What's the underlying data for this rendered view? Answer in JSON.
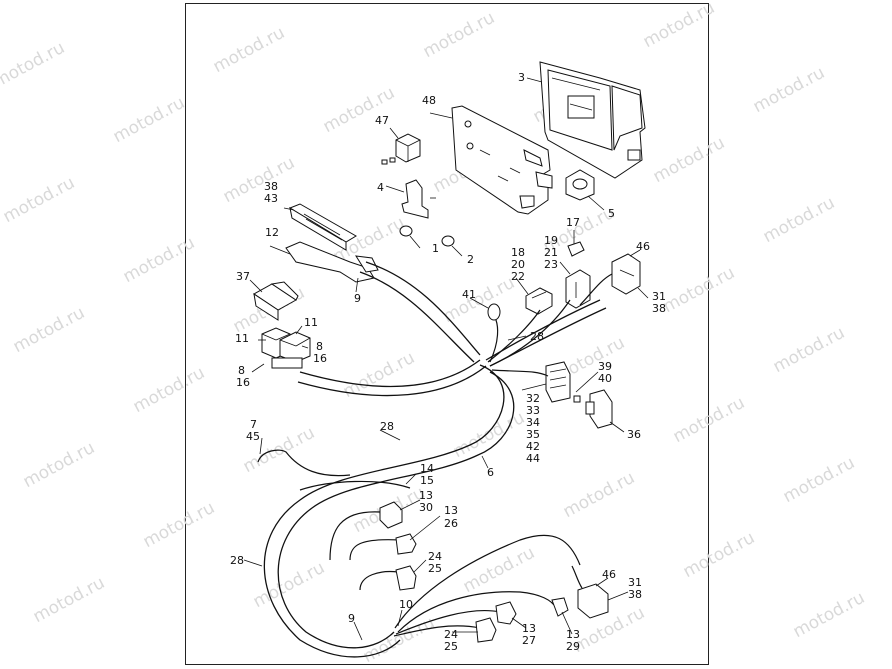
{
  "watermark": {
    "text": "motod.ru"
  },
  "labels": {
    "l1": "1",
    "l2": "2",
    "l3": "3",
    "l4": "4",
    "l5": "5",
    "l6": "6",
    "l7_45_a": "7",
    "l7_45_b": "45",
    "l8_16_left_a": "8",
    "l8_16_left_b": "16",
    "l8_16_right_a": "8",
    "l8_16_right_b": "16",
    "l9_top": "9",
    "l9_bottom": "9",
    "l10": "10",
    "l11_left": "11",
    "l11_right": "11",
    "l12": "12",
    "l13_26_a": "13",
    "l13_26_b": "26",
    "l13_27_a": "13",
    "l13_27_b": "27",
    "l13_29_a": "13",
    "l13_29_b": "29",
    "l13_30_a": "13",
    "l13_30_b": "30",
    "l14_15_a": "14",
    "l14_15_b": "15",
    "l17": "17",
    "l18_20_22_a": "18",
    "l18_20_22_b": "20",
    "l18_20_22_c": "22",
    "l19_21_23_a": "19",
    "l19_21_23_b": "21",
    "l19_21_23_c": "23",
    "l24_25_mid_a": "24",
    "l24_25_mid_b": "25",
    "l24_25_bot_a": "24",
    "l24_25_bot_b": "25",
    "l28_top": "28",
    "l28_mid": "28",
    "l28_left": "28",
    "l31_38_top_a": "31",
    "l31_38_top_b": "38",
    "l31_38_bot_a": "31",
    "l31_38_bot_b": "38",
    "l32_44_a": "32",
    "l32_44_b": "33",
    "l32_44_c": "34",
    "l32_44_d": "35",
    "l32_44_e": "42",
    "l32_44_f": "44",
    "l36": "36",
    "l37": "37",
    "l38_43_a": "38",
    "l38_43_b": "43",
    "l39_40_a": "39",
    "l39_40_b": "40",
    "l41": "41",
    "l46_top": "46",
    "l46_bot": "46",
    "l47": "47",
    "l48": "48"
  }
}
